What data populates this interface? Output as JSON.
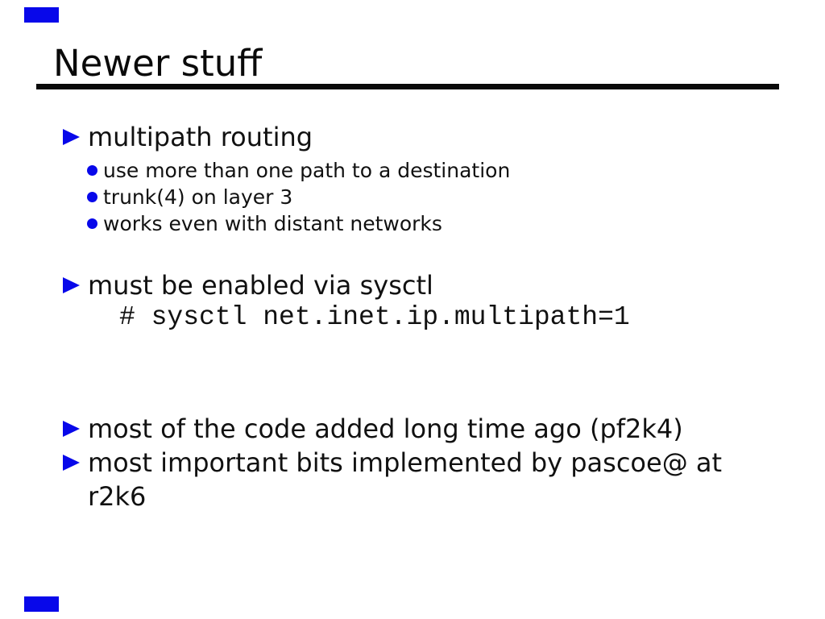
{
  "slide": {
    "title": "Newer stuff",
    "bullets": [
      {
        "level": 1,
        "text": "multipath routing"
      },
      {
        "level": 2,
        "text": "use more than one path to a destination"
      },
      {
        "level": 2,
        "text": "trunk(4) on layer 3"
      },
      {
        "level": 2,
        "text": "works even with distant networks"
      },
      {
        "level": 1,
        "text": "must be enabled via sysctl"
      },
      {
        "level": "code",
        "text": "# sysctl net.inet.ip.multipath=1"
      },
      {
        "level": 1,
        "text": "most of the code added long time ago (pf2k4)"
      },
      {
        "level": 1,
        "text": "most important bits implemented by pascoe@ at r2k6"
      }
    ],
    "colors": {
      "accent_blue": "#0808ea",
      "text": "#111111",
      "rule": "#0a0a0a",
      "background": "#ffffff"
    }
  }
}
